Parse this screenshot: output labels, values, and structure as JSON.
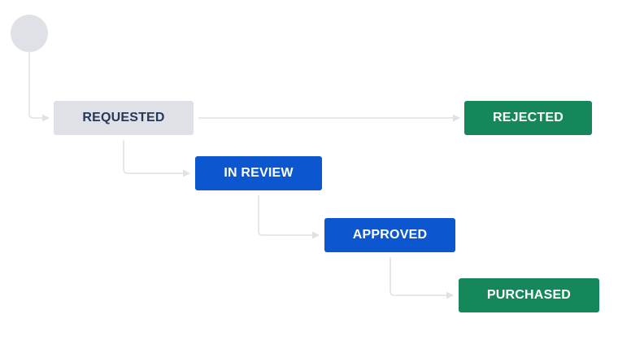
{
  "workflow": {
    "statuses": {
      "requested": {
        "label": "REQUESTED",
        "category": "to-do"
      },
      "rejected": {
        "label": "REJECTED",
        "category": "done"
      },
      "in_review": {
        "label": "IN REVIEW",
        "category": "in-progress"
      },
      "approved": {
        "label": "APPROVED",
        "category": "in-progress"
      },
      "purchased": {
        "label": "PURCHASED",
        "category": "done"
      }
    },
    "transitions": [
      {
        "from": "start",
        "to": "requested"
      },
      {
        "from": "requested",
        "to": "rejected"
      },
      {
        "from": "requested",
        "to": "in_review"
      },
      {
        "from": "in_review",
        "to": "approved"
      },
      {
        "from": "approved",
        "to": "purchased"
      }
    ]
  },
  "colors": {
    "to_do_bg": "#dfe1e6",
    "to_do_text": "#253858",
    "in_progress_bg": "#0c57d0",
    "done_bg": "#15875a",
    "connector": "#dfe1e6"
  }
}
